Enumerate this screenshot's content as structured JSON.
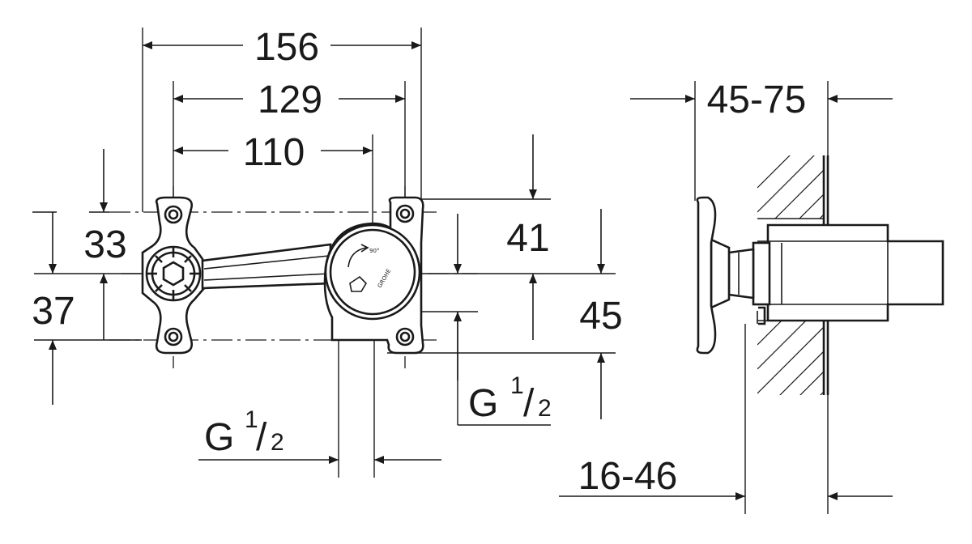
{
  "dimensions": {
    "width_overall": "156",
    "width_holes": "129",
    "width_center": "110",
    "left_upper": "33",
    "left_lower": "37",
    "right_upper": "41",
    "right_lower": "45",
    "depth_range": "45-75",
    "wall_range": "16-46"
  },
  "threads": {
    "bottom": {
      "g": "G",
      "num": "1",
      "den": "2"
    },
    "right": {
      "g": "G",
      "num": "1",
      "den": "2"
    }
  },
  "body_marking": {
    "angle": "90°",
    "brand": "GROHE"
  },
  "colors": {
    "line": "#1a1a1a",
    "background": "#ffffff"
  }
}
